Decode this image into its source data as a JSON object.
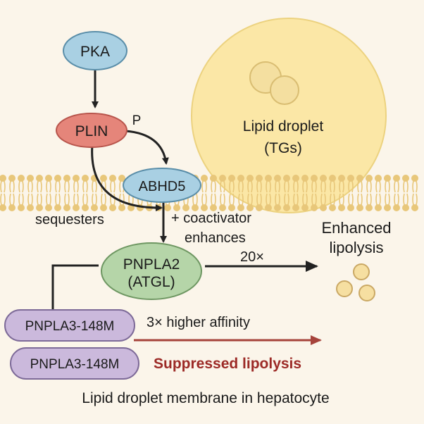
{
  "nodes": {
    "pka": "PKA",
    "plin": "PLIN",
    "phospho": "P",
    "abhd5": "ABHD5",
    "pnpla2_line1": "PNPLA2",
    "pnpla2_line2": "(ATGL)",
    "pnpla3_a": "PNPLA3-148M",
    "pnpla3_b": "PNPLA3-148M"
  },
  "lipid_droplet": {
    "line1": "Lipid droplet",
    "line2": "(TGs)"
  },
  "labels": {
    "sequesters": "sequesters",
    "coactivator": "+ coactivator",
    "enhances": "enhances",
    "fold": "20×",
    "enhanced_line1": "Enhanced",
    "enhanced_line2": "lipolysis",
    "affinity": "3× higher affinity",
    "suppressed": "Suppressed lipolysis"
  },
  "caption": "Lipid droplet membrane in hepatocyte",
  "colors": {
    "background": "#fbf5ea",
    "pka_fill": "#a9d0e3",
    "plin_fill": "#e5857a",
    "abhd5_fill": "#a9d0e3",
    "pnpla2_fill": "#b5d5a8",
    "pnpla3_fill": "#cbb9dc",
    "droplet_fill": "#fbe7a6",
    "membrane": "#e8c77a",
    "suppressed_text": "#9c2a26",
    "suppressed_arrow": "#a6433b"
  }
}
